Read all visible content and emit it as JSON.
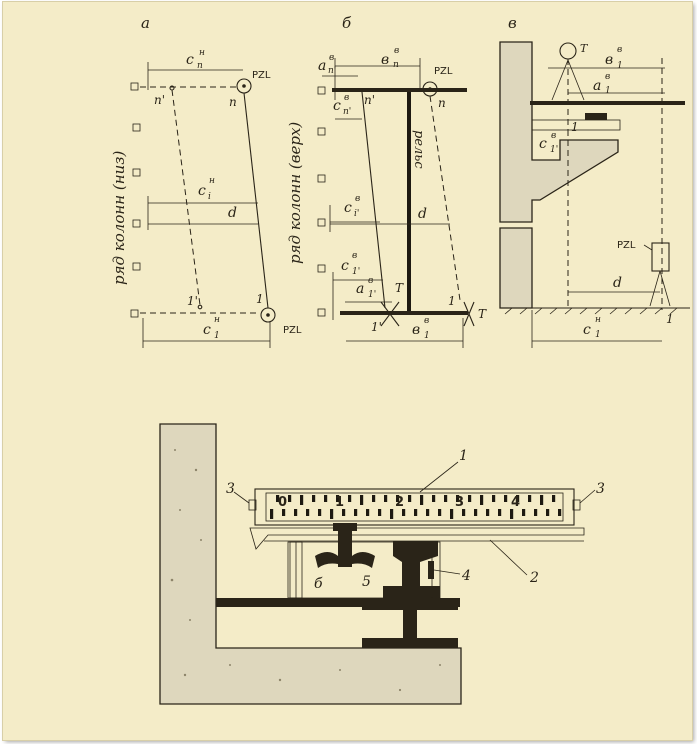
{
  "panels": {
    "a": {
      "letter": "а",
      "row_caption": "ряд колонн (низ)",
      "top_dim": "c",
      "top_dim_sup": "н",
      "top_dim_sub": "n",
      "mid_dim": "c",
      "mid_dim_sup": "н",
      "mid_dim_sub": "i",
      "d_label": "d",
      "bottom_dim": "c",
      "bottom_dim_sup": "н",
      "bottom_dim_sub": "1",
      "top_station": "PZL",
      "bottom_station": "PZL",
      "point_n_prime": "n'",
      "point_n": "n",
      "point_1_prime": "1'",
      "point_1": "1"
    },
    "b": {
      "letter": "б",
      "row_caption": "ряд колонн (верх)",
      "rail_label": "рельс",
      "a_n": "a",
      "a_n_sup": "в",
      "a_n_sub": "n'",
      "b_n": "в",
      "b_n_sup": "в",
      "b_n_sub": "n",
      "c_n": "c",
      "c_n_sup": "в",
      "c_n_sub": "n'",
      "c_i": "c",
      "c_i_sup": "в",
      "c_i_sub": "i'",
      "d_label": "d",
      "c_1": "c",
      "c_1_sup": "в",
      "c_1_sub": "1'",
      "a_1": "a",
      "a_1_sup": "в",
      "a_1_sub": "1'",
      "b_1": "в",
      "b_1_sup": "в",
      "b_1_sub": "1",
      "top_station": "PZL",
      "target_left": "T",
      "target_right": "T",
      "point_n_prime": "n'",
      "point_n": "n",
      "point_1_prime": "1'",
      "point_1": "1"
    },
    "v": {
      "letter": "в",
      "target": "T",
      "b_1": "в",
      "b_1_sup": "в",
      "b_1_sub": "1",
      "a_1": "a",
      "a_1_sup": "в",
      "a_1_sub": "1",
      "c_1_top": "c",
      "c_1_top_sup": "в",
      "c_1_top_sub": "1'",
      "point_1": "1",
      "station": "PZL",
      "d_label": "d",
      "c_1_bottom": "c",
      "c_1_bottom_sup": "н",
      "c_1_bottom_sub": "1",
      "ground_point": "1"
    }
  },
  "lower": {
    "callout_1": "1",
    "callout_2": "2",
    "callout_3_left": "3",
    "callout_3_right": "3",
    "callout_4": "4",
    "callout_5": "5",
    "callout_6": "б",
    "scale_digits": [
      "0",
      "1",
      "2",
      "3",
      "4"
    ]
  }
}
